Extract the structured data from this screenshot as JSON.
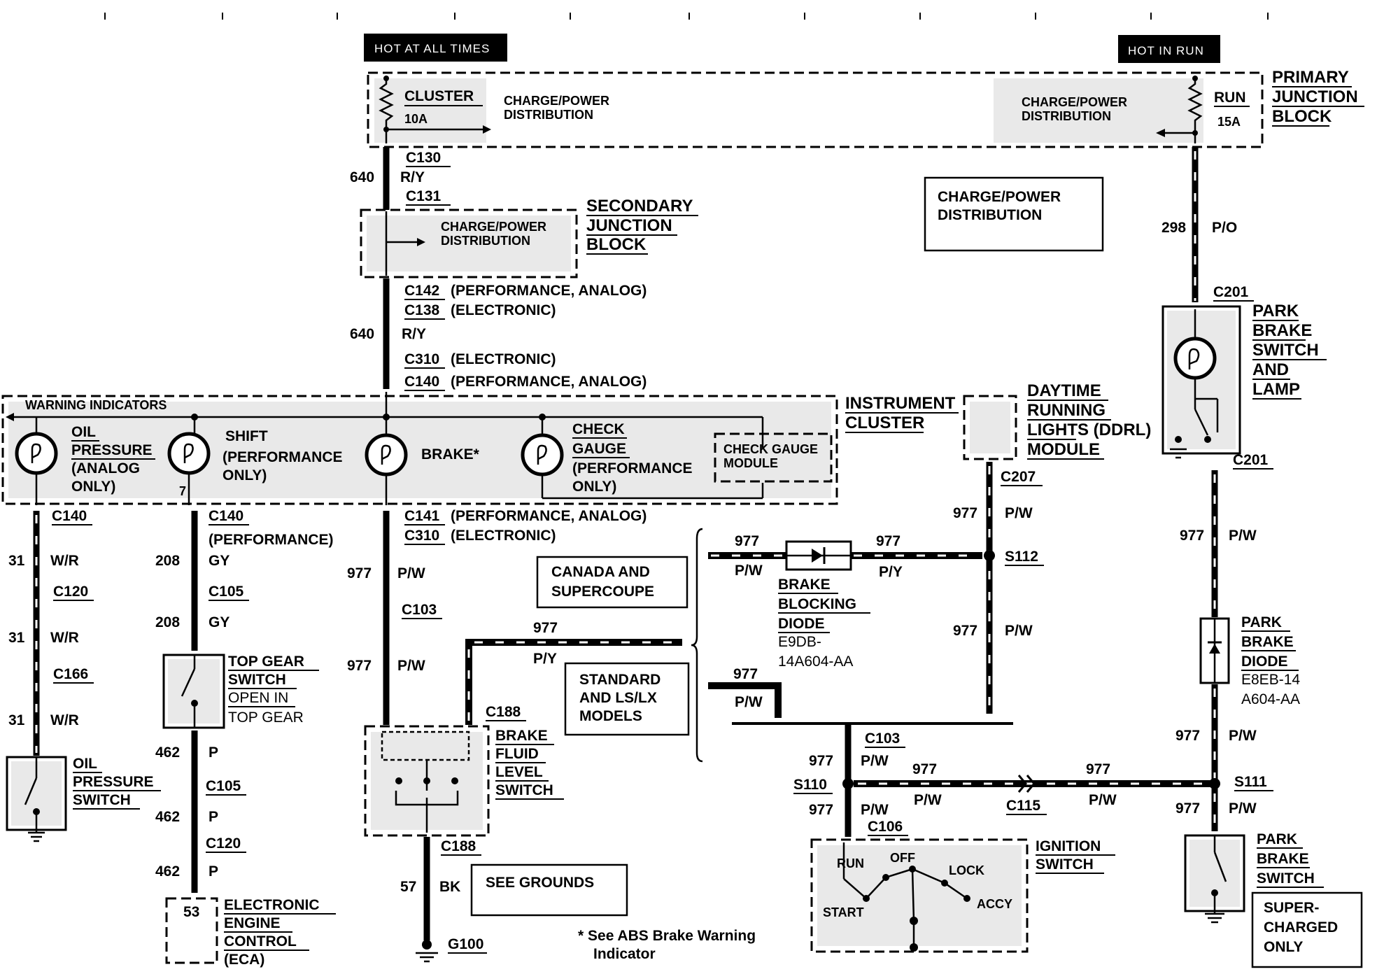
{
  "header": {
    "hot_always": "HOT AT ALL TIMES",
    "hot_run": "HOT IN RUN"
  },
  "primary_junction": {
    "title_lines": [
      "PRIMARY",
      "JUNCTION",
      "BLOCK"
    ],
    "fuse_left_name": "CLUSTER",
    "fuse_left_rating": "10A",
    "fuse_right_name": "RUN",
    "fuse_right_rating": "15A",
    "dist_left_lines": [
      "CHARGE/POWER",
      "DISTRIBUTION"
    ],
    "dist_right_lines": [
      "CHARGE/POWER",
      "DISTRIBUTION"
    ]
  },
  "secondary_junction": {
    "title_lines": [
      "SECONDARY",
      "JUNCTION",
      "BLOCK"
    ],
    "dist_lines": [
      "CHARGE/POWER",
      "DISTRIBUTION"
    ]
  },
  "charge_box_lines": [
    "CHARGE/POWER",
    "DISTRIBUTION"
  ],
  "feed_wire": {
    "c130": "C130",
    "c131": "C131",
    "circuit": "640",
    "color": "R/Y",
    "c142": "C142",
    "c142_note": "(PERFORMANCE, ANALOG)",
    "c138": "C138",
    "c138_note": "(ELECTRONIC)",
    "circuit2": "640",
    "color2": "R/Y",
    "c310": "C310",
    "c310_note": "(ELECTRONIC)",
    "c140": "C140",
    "c140_note": "(PERFORMANCE, ANALOG)"
  },
  "right_feed": {
    "circuit": "298",
    "color": "P/O",
    "c201_top": "C201",
    "c201_bottom": "C201",
    "switch_title_lines": [
      "PARK",
      "BRAKE",
      "SWITCH",
      "AND",
      "LAMP"
    ]
  },
  "cluster": {
    "warning_label": "WARNING INDICATORS",
    "title_lines": [
      "INSTRUMENT",
      "CLUSTER"
    ],
    "oil_lines": [
      "OIL",
      "PRESSURE",
      "(ANALOG",
      "ONLY)"
    ],
    "shift_lines": [
      "SHIFT",
      "(PERFORMANCE",
      "ONLY)"
    ],
    "brake_label": "BRAKE*",
    "check_lines": [
      "CHECK",
      "GAUGE",
      "(PERFORMANCE",
      "ONLY)"
    ],
    "module_lines": [
      "CHECK GAUGE",
      "MODULE"
    ],
    "shift_pin": "7"
  },
  "ddrl": {
    "title_lines": [
      "DAYTIME",
      "RUNNING",
      "LIGHTS (DDRL)",
      "MODULE"
    ],
    "c207": "C207"
  },
  "oil_branch": {
    "c140": "C140",
    "circuit": "31",
    "color": "W/R",
    "c120": "C120",
    "c166": "C166",
    "switch_lines": [
      "OIL",
      "PRESSURE",
      "SWITCH"
    ]
  },
  "shift_branch": {
    "c140": "C140",
    "c140_note": "(PERFORMANCE)",
    "circuit": "208",
    "color": "GY",
    "c105": "C105",
    "top_gear_lines": [
      "TOP GEAR",
      "SWITCH",
      "OPEN IN",
      "TOP GEAR"
    ],
    "circuit2": "462",
    "color2": "P",
    "c105b": "C105",
    "c120": "C120",
    "eec_pin": "53",
    "eec_lines": [
      "ELECTRONIC",
      "ENGINE",
      "CONTROL",
      "(ECA)"
    ]
  },
  "brake_branch": {
    "c141": "C141",
    "c141_note": "(PERFORMANCE, ANALOG)",
    "c310": "C310",
    "c310_note": "(ELECTRONIC)",
    "circuit": "977",
    "color": "P/W",
    "c103": "C103",
    "py_color": "P/Y",
    "c188": "C188",
    "fluid_lines": [
      "BRAKE",
      "FLUID",
      "LEVEL",
      "SWITCH"
    ],
    "c188b": "C188",
    "ground_circuit": "57",
    "ground_color": "BK",
    "g100": "G100",
    "see_grounds": "SEE GROUNDS",
    "footnote_lines": [
      "* See  ABS Brake Warning",
      "Indicator"
    ]
  },
  "canada_box_lines": [
    "CANADA AND",
    "SUPERCOUPE"
  ],
  "standard_box_lines": [
    "STANDARD",
    "AND LS/LX",
    "MODELS"
  ],
  "diode": {
    "title_lines": [
      "BRAKE",
      "BLOCKING",
      "DIODE"
    ],
    "part_lines": [
      "E9DB-",
      "14A604-AA"
    ],
    "pw": "P/W",
    "py": "P/Y",
    "s112": "S112"
  },
  "park_diode": {
    "title_lines": [
      "PARK",
      "BRAKE",
      "DIODE"
    ],
    "part_lines": [
      "E8EB-14",
      "A604-AA"
    ]
  },
  "ignition": {
    "c103": "C103",
    "s110": "S110",
    "c106": "C106",
    "c115": "C115",
    "s111": "S111",
    "title_lines": [
      "IGNITION",
      "SWITCH"
    ],
    "positions": [
      "RUN",
      "OFF",
      "LOCK",
      "ACCY",
      "START"
    ]
  },
  "park_switch_lines": [
    "PARK",
    "BRAKE",
    "SWITCH"
  ],
  "supercharged_lines": [
    "SUPER-",
    "CHARGED",
    "ONLY"
  ],
  "wire_labels": {
    "c977": "977",
    "pw": "P/W"
  }
}
